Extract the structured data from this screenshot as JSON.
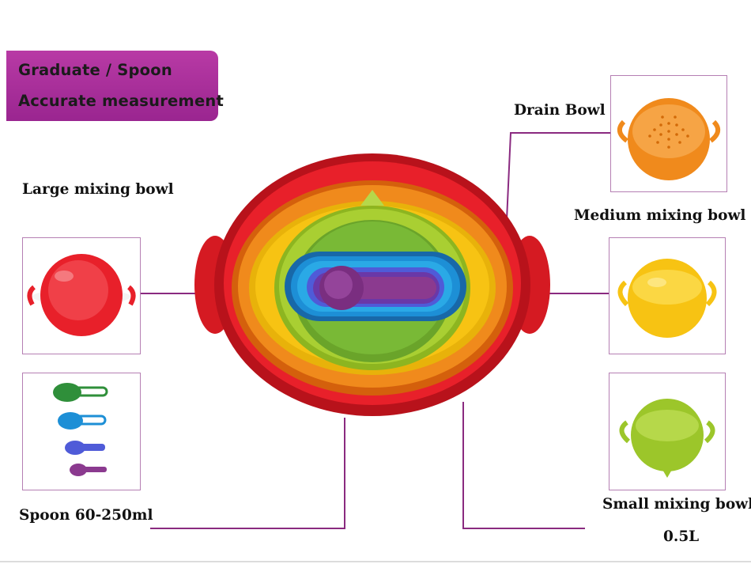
{
  "banner": {
    "line1": "Graduate / Spoon",
    "line2": "Accurate measurement"
  },
  "labels": {
    "large_mixing_bowl": "Large mixing bowl",
    "spoon": "Spoon 60-250ml",
    "drain_bowl": "Drain Bowl",
    "medium_mixing_bowl": "Medium mixing bowl",
    "small_mixing_bowl": "Small mixing bowl",
    "small_volume": "0.5L"
  },
  "colors": {
    "banner": "#a52d98",
    "leader_line": "#8a2a80",
    "large_bowl": "#e8202a",
    "drain_bowl": "#f08a1c",
    "medium_bowl": "#f7c313",
    "small_bowl": "#9cc62a",
    "spoon_green": "#2f8f3a",
    "spoon_blue": "#1d8fd6",
    "spoon_indigo": "#4f5bd8",
    "spoon_purple": "#8b3a8f"
  }
}
